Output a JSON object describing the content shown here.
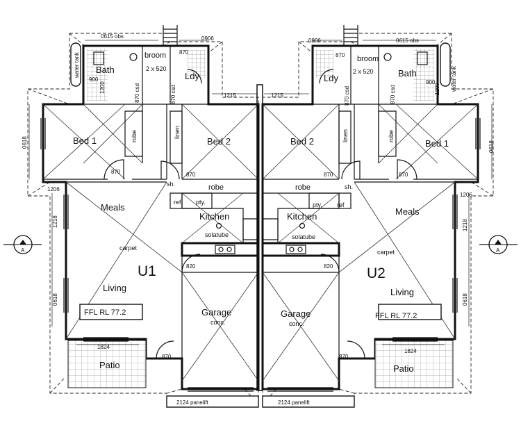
{
  "units": [
    {
      "id": "u1",
      "name": "U1",
      "rooms": {
        "bath": "Bath",
        "lndy": "Ldy",
        "bed1": "Bed 1",
        "bed2": "Bed 2",
        "robe_bed1": "robe",
        "linen": "linen",
        "robe_hall": "robe",
        "meals": "Meals",
        "kitchen": "Kitchen",
        "living": "Living",
        "garage": "Garage",
        "garage_sub": "conc.",
        "patio": "Patio",
        "carpet": "carpet",
        "broom": "broom",
        "ref": "ref",
        "pty": "pty.",
        "sh": "sh.",
        "solatube": "solatube",
        "water_tank": "water tank",
        "ffl": "FFL RL 77.2"
      },
      "dims": {
        "obs": "0615 obs",
        "d0906": "0906",
        "d870_top": "870",
        "csd_2x520": "2 x 520",
        "csd_bath": "870 csd",
        "csd_lndy": "870 csd",
        "d900": "900",
        "d1200": "1200",
        "d1215": "1215",
        "d0618_top": "0618",
        "d870_bed1": "870",
        "d870_bed2": "870",
        "d1206": "1206",
        "d1218": "1218",
        "d0618_low": "0618",
        "d820": "820",
        "d1824": "1824",
        "d870_patio": "870",
        "panelift": "2124 panelift"
      }
    },
    {
      "id": "u2",
      "name": "U2",
      "rooms": {
        "bath": "Bath",
        "lndy": "Ldy",
        "bed1": "Bed 1",
        "bed2": "Bed 2",
        "robe_bed1": "robe",
        "linen": "linen",
        "robe_hall": "robe",
        "meals": "Meals",
        "kitchen": "Kitchen",
        "living": "Living",
        "garage": "Garage",
        "garage_sub": "conc.",
        "patio": "Patio",
        "carpet": "carpet",
        "broom": "broom",
        "ref": "ref",
        "pty": "pty.",
        "sh": "sh.",
        "solatube": "solatube",
        "water_tank": "water tank",
        "ffl": "FFL RL 77.2"
      },
      "dims": {
        "obs": "0615 obs",
        "d0906": "0906",
        "d870_top": "870",
        "csd_2x520": "2 x 520",
        "csd_bath": "870 csd",
        "csd_lndy": "870 csd",
        "d900": "900",
        "d1200": "1200",
        "d1215": "1215",
        "d0618_top": "0618",
        "d870_bed1": "870",
        "d870_bed2": "870",
        "d1206": "1206",
        "d1218": "1218",
        "d0618_low": "0618",
        "d820": "820",
        "d1824": "1824",
        "d870_patio": "870",
        "panelift": "2124 panelift"
      }
    }
  ],
  "section_markers": [
    "A",
    "A"
  ]
}
